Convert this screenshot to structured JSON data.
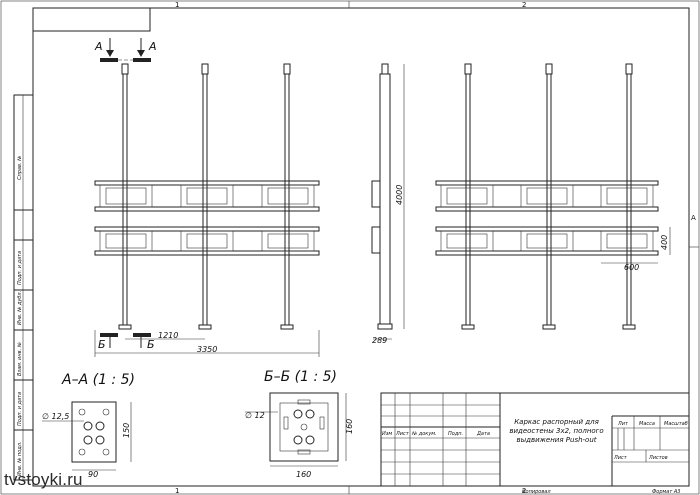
{
  "frame": {
    "zone_top_1": "1",
    "zone_top_2": "2",
    "zone_bottom_1": "1",
    "zone_bottom_2": "2",
    "zone_right": "A"
  },
  "side_stamp": {
    "ref_no": "Справ. №",
    "sign_date_1": "Подп. и дата",
    "dubl_no": "Инв. № дубл.",
    "inv_vzam": "Взам. инв. №",
    "sign_date_2": "Подп. и дата",
    "inv_podl": "Инв. № подл."
  },
  "drawing": {
    "section_a_mark": "A",
    "section_b_mark": "Б",
    "dim_pitch": "1210",
    "dim_width": "3350",
    "dim_height": "4000",
    "dim_depth": "289",
    "dim_frame_height": "400",
    "dim_frame_width": "600"
  },
  "detail_a": {
    "title": "А–А (1 : 5)",
    "dim_hole": "∅ 12,5",
    "dim_height": "150",
    "dim_width": "90"
  },
  "detail_b": {
    "title": "Б–Б (1 : 5)",
    "dim_hole": "∅ 12",
    "dim_height": "160",
    "dim_width": "160"
  },
  "title_block": {
    "title": "Каркас распорный для видеостены 3х2, полного выдвижения Push-out",
    "col_izm": "Изм",
    "col_list": "Лист",
    "col_doc": "№ докум.",
    "col_sign": "Подп.",
    "col_date": "Дата",
    "lit": "Лит",
    "mass": "Масса",
    "scale": "Масштаб",
    "sheet": "Лист",
    "sheets": "Листов",
    "copied": "Копировал",
    "format": "Формат А3"
  },
  "watermark": "tvstoyki.ru"
}
